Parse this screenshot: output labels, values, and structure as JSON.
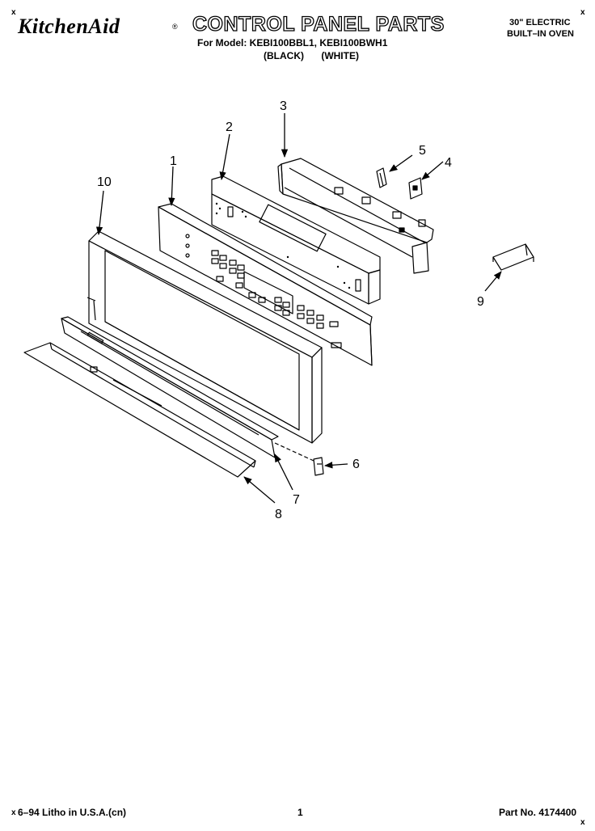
{
  "header": {
    "brand": "KitchenAid",
    "brand_reg": "®",
    "title": "CONTROL PANEL PARTS",
    "model_line": "For Model: KEBI100BBL1, KEBI100BWH1",
    "color_line": "(BLACK) (WHITE)",
    "product_line1": "30\" ELECTRIC",
    "product_line2": "BUILT–IN OVEN",
    "corner_mark": "x"
  },
  "callouts": [
    "1",
    "2",
    "3",
    "4",
    "5",
    "6",
    "7",
    "8",
    "9",
    "10"
  ],
  "footer": {
    "litho": "6–94 Litho in U.S.A.(cn)",
    "page": "1",
    "part_no": "Part No. 4174400",
    "corner_mark": "x"
  }
}
